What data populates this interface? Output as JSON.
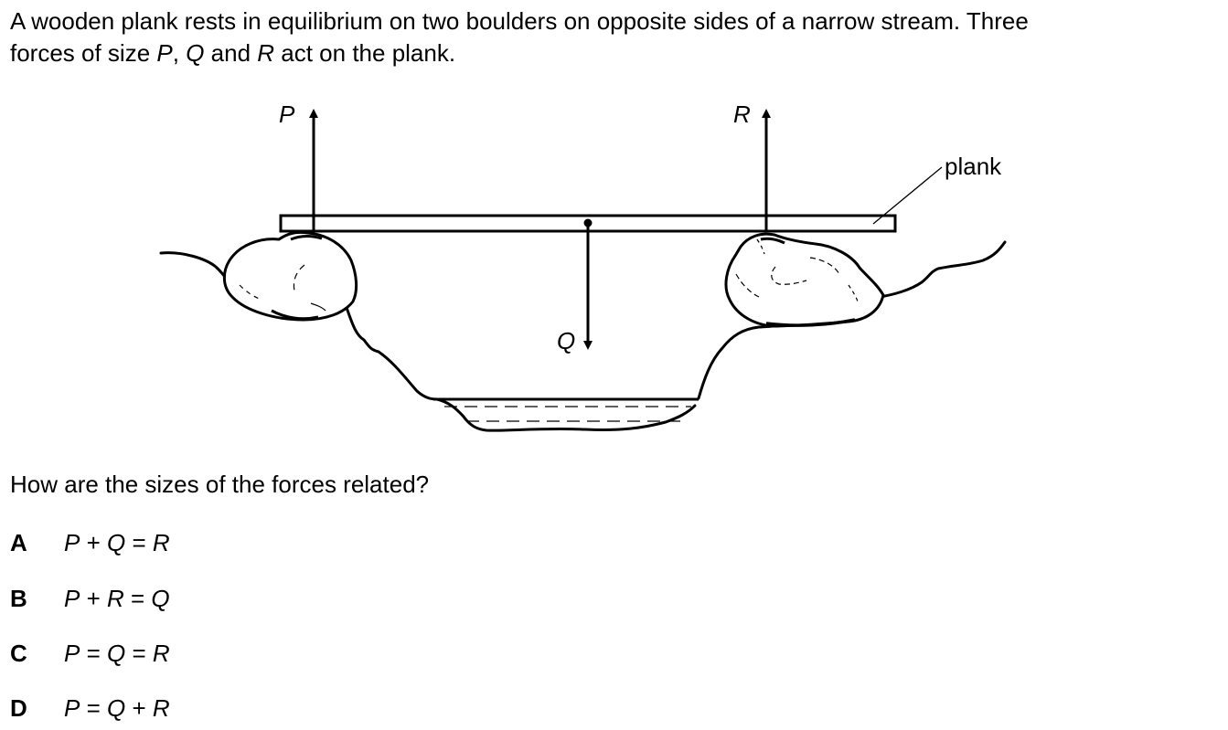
{
  "intro": {
    "line1": "A wooden plank rests in equilibrium on two boulders on opposite sides of a narrow stream. Three",
    "line2_prefix": "forces of size ",
    "var_p": "P",
    "sep1": ", ",
    "var_q": "Q",
    "sep2": " and ",
    "var_r": "R",
    "line2_suffix": " act on the plank."
  },
  "diagram": {
    "label_p": "P",
    "label_q": "Q",
    "label_r": "R",
    "label_plank": "plank"
  },
  "question": "How are the sizes of the forces related?",
  "options": [
    {
      "letter": "A",
      "t1": "P",
      "op1": " + ",
      "t2": "Q",
      "op2": " = ",
      "t3": "R"
    },
    {
      "letter": "B",
      "t1": "P",
      "op1": " + ",
      "t2": "R",
      "op2": " = ",
      "t3": "Q"
    },
    {
      "letter": "C",
      "t1": "P",
      "op1": " = ",
      "t2": "Q",
      "op2": " = ",
      "t3": "R"
    },
    {
      "letter": "D",
      "t1": "P",
      "op1": " = ",
      "t2": "Q",
      "op2": " + ",
      "t3": "R"
    }
  ]
}
